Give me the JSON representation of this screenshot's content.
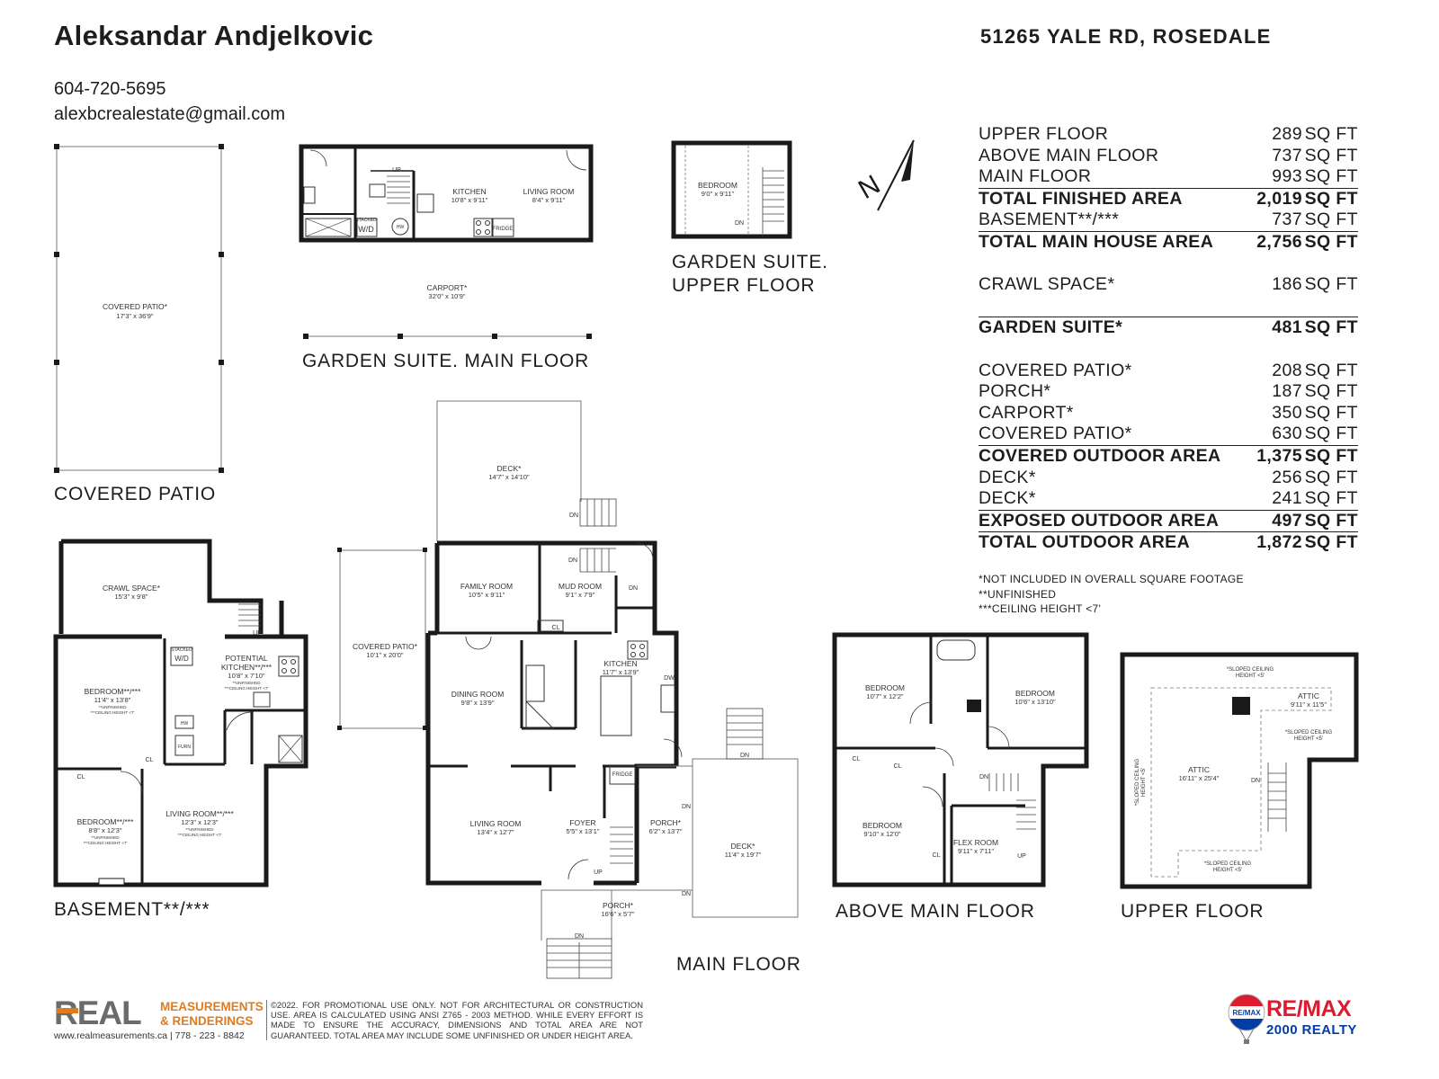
{
  "header": {
    "agent_name": "Aleksandar Andjelkovic",
    "phone": "604-720-5695",
    "email": "alexbcrealestate@gmail.com",
    "address": "51265 YALE RD, ROSEDALE"
  },
  "plan_labels": {
    "covered_patio": "COVERED PATIO",
    "garden_main": "GARDEN SUITE. MAIN FLOOR",
    "garden_upper_1": "GARDEN SUITE.",
    "garden_upper_2": "UPPER FLOOR",
    "basement": "BASEMENT**/***",
    "main_floor": "MAIN FLOOR",
    "above_main": "ABOVE MAIN FLOOR",
    "upper_floor": "UPPER FLOOR"
  },
  "areas": [
    {
      "label": "UPPER FLOOR",
      "value": "289",
      "unit": "SQ FT"
    },
    {
      "label": "ABOVE MAIN FLOOR",
      "value": "737",
      "unit": "SQ FT"
    },
    {
      "label": "MAIN FLOOR",
      "value": "993",
      "unit": "SQ FT"
    },
    {
      "label": "TOTAL FINISHED AREA",
      "value": "2,019",
      "unit": "SQ FT"
    },
    {
      "label": "BASEMENT**/***",
      "value": "737",
      "unit": "SQ FT"
    },
    {
      "label": "TOTAL MAIN HOUSE AREA",
      "value": "2,756",
      "unit": "SQ FT"
    },
    {
      "label": "CRAWL SPACE*",
      "value": "186",
      "unit": "SQ FT"
    },
    {
      "label": "GARDEN SUITE*",
      "value": "481",
      "unit": "SQ FT"
    },
    {
      "label": "COVERED PATIO*",
      "value": "208",
      "unit": "SQ FT"
    },
    {
      "label": "PORCH*",
      "value": "187",
      "unit": "SQ FT"
    },
    {
      "label": "CARPORT*",
      "value": "350",
      "unit": "SQ FT"
    },
    {
      "label": "COVERED PATIO*",
      "value": "630",
      "unit": "SQ FT"
    },
    {
      "label": "COVERED OUTDOOR AREA",
      "value": "1,375",
      "unit": "SQ FT"
    },
    {
      "label": "DECK*",
      "value": "256",
      "unit": "SQ FT"
    },
    {
      "label": "DECK*",
      "value": "241",
      "unit": "SQ FT"
    },
    {
      "label": "EXPOSED OUTDOOR AREA",
      "value": "497",
      "unit": "SQ FT"
    },
    {
      "label": "TOTAL OUTDOOR AREA",
      "value": "1,872",
      "unit": "SQ FT"
    }
  ],
  "notes": {
    "n1": "*NOT INCLUDED IN OVERALL SQUARE FOOTAGE",
    "n2": "**UNFINISHED",
    "n3": "***CEILING HEIGHT <7'"
  },
  "rooms": {
    "covered_patio_big": {
      "name": "COVERED PATIO*",
      "dim": "17'3\" x 36'9\""
    },
    "gs_kitchen": {
      "name": "KITCHEN",
      "dim": "10'8\" x 9'11\""
    },
    "gs_living": {
      "name": "LIVING ROOM",
      "dim": "8'4\" x 9'11\""
    },
    "carport": {
      "name": "CARPORT*",
      "dim": "32'0\" x 10'9\""
    },
    "gs_bedroom": {
      "name": "BEDROOM",
      "dim": "9'0\" x 9'11\""
    },
    "deck_upper": {
      "name": "DECK*",
      "dim": "14'7\" x 14'10\""
    },
    "crawl": {
      "name": "CRAWL SPACE*",
      "dim": "15'3\" x 9'8\""
    },
    "b_bedroom1": {
      "name": "BEDROOM**/***",
      "dim": "11'4\" x 13'8\"",
      "note1": "**UNFINISHED",
      "note2": "***CEILING HEIGHT <7'"
    },
    "b_kitchen": {
      "name1": "POTENTIAL",
      "name2": "KITCHEN**/***",
      "dim": "10'8\" x 7'10\"",
      "note1": "**UNFINISHED",
      "note2": "***CEILING HEIGHT <7'"
    },
    "b_bedroom2": {
      "name": "BEDROOM**/***",
      "dim": "8'8\" x 12'3\"",
      "note1": "**UNFINISHED",
      "note2": "***CEILING HEIGHT <7'"
    },
    "b_living": {
      "name": "LIVING ROOM**/***",
      "dim": "12'3\" x 12'3\"",
      "note1": "**UNFINISHED",
      "note2": "***CEILING HEIGHT <7'"
    },
    "covered_patio_small": {
      "name": "COVERED PATIO*",
      "dim": "10'1\" x 20'0\""
    },
    "family": {
      "name": "FAMILY ROOM",
      "dim": "10'5\" x 9'11\""
    },
    "mud": {
      "name": "MUD ROOM",
      "dim": "9'1\" x 7'9\""
    },
    "dining": {
      "name": "DINING ROOM",
      "dim": "9'8\" x 13'9\""
    },
    "kitchen": {
      "name": "KITCHEN",
      "dim": "11'7\" x 13'9\""
    },
    "living": {
      "name": "LIVING ROOM",
      "dim": "13'4\" x 12'7\""
    },
    "foyer": {
      "name": "FOYER",
      "dim": "5'5\" x 13'1\""
    },
    "porch_side": {
      "name": "PORCH*",
      "dim": "6'2\" x 13'7\""
    },
    "deck_side": {
      "name": "DECK*",
      "dim": "11'4\" x 19'7\""
    },
    "porch_front": {
      "name": "PORCH*",
      "dim": "16'6\" x 5'7\""
    },
    "am_bed1": {
      "name": "BEDROOM",
      "dim": "10'7\" x 12'2\""
    },
    "am_bed2": {
      "name": "BEDROOM",
      "dim": "10'6\" x 13'10\""
    },
    "am_bed3": {
      "name": "BEDROOM",
      "dim": "9'10\" x 12'0\""
    },
    "flex": {
      "name": "FLEX ROOM",
      "dim": "9'11\" x 7'11\""
    },
    "attic_main": {
      "name": "ATTIC",
      "dim": "16'11\" x 25'4\""
    },
    "attic_small": {
      "name": "ATTIC",
      "dim": "9'11\" x 11'5\""
    },
    "slope_top": {
      "l1": "*SLOPED CEILING",
      "l2": "HEIGHT <5'"
    },
    "slope_mid": {
      "l1": "*SLOPED CEILING",
      "l2": "HEIGHT <5'"
    },
    "slope_bottom": {
      "l1": "*SLOPED CEILING",
      "l2": "HEIGHT <5'"
    },
    "slope_left": {
      "l1": "*SLOPED CEILING",
      "l2": "HEIGHT <5'"
    }
  },
  "fixtures": {
    "up": "UP",
    "dn": "DN",
    "cl": "CL",
    "dw": "DW",
    "fridge": "FRIDGE",
    "hw": "HW",
    "furn": "FURN",
    "stacked": "STACKED",
    "wd": "W/D"
  },
  "compass_letter": "N",
  "footer": {
    "real_brand": "REAL",
    "measurements": "MEASUREMENTS",
    "renderings": "& RENDERINGS",
    "website": "www.realmeasurements.ca | 778 - 223 - 8842",
    "disclaimer": "©2022. FOR PROMOTIONAL USE ONLY. NOT FOR ARCHITECTURAL OR CONSTRUCTION USE. AREA IS CALCULATED USING ANSI Z765 - 2003 METHOD. WHILE EVERY EFFORT IS MADE TO ENSURE THE ACCURACY, DIMENSIONS AND TOTAL AREA ARE NOT GUARANTEED. TOTAL AREA MAY INCLUDE SOME UNFINISHED OR UNDER HEIGHT AREA.",
    "remax_balloon": "RE/MAX",
    "remax_brand": "RE/MAX",
    "remax_office": "2000 REALTY"
  },
  "colors": {
    "wall": "#1a1a1a",
    "brand_orange": "#e07b1f",
    "remax_red": "#dc1c2e",
    "remax_blue": "#003da5"
  }
}
